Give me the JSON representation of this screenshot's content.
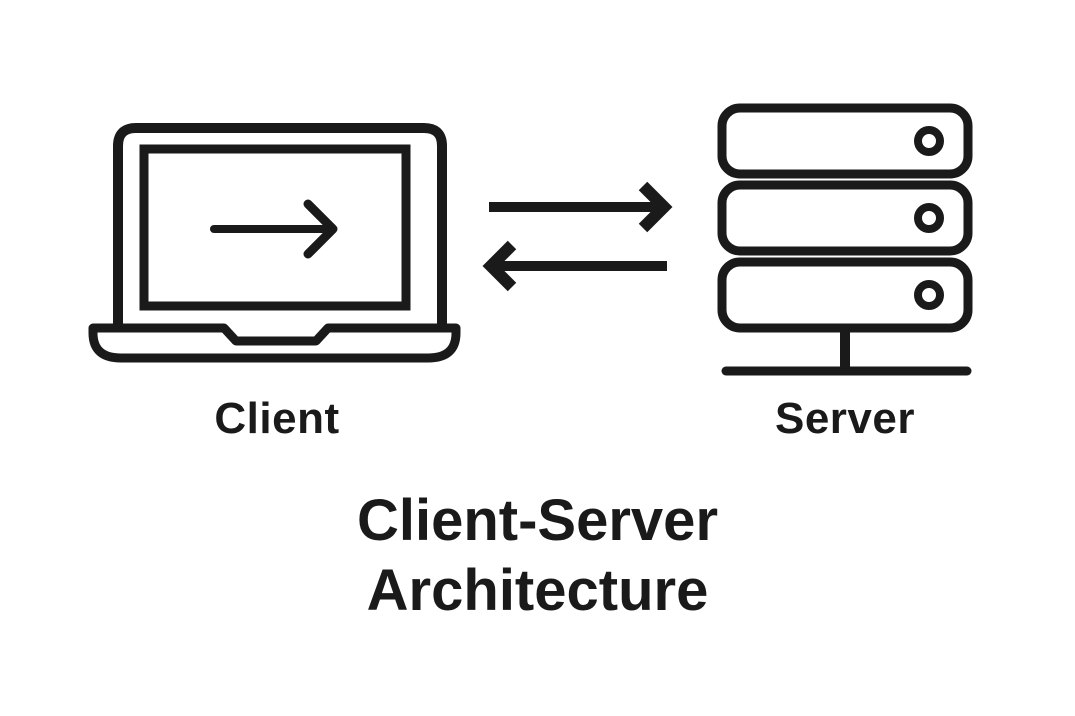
{
  "diagram": {
    "title_line1": "Client-Server",
    "title_line2": "Architecture",
    "client_label": "Client",
    "server_label": "Server",
    "icons": {
      "client": "laptop-icon",
      "server": "server-stack-icon",
      "request": "arrow-right-icon",
      "response": "arrow-left-icon"
    },
    "colors": {
      "stroke": "#1a1a1a",
      "background": "#ffffff"
    }
  }
}
